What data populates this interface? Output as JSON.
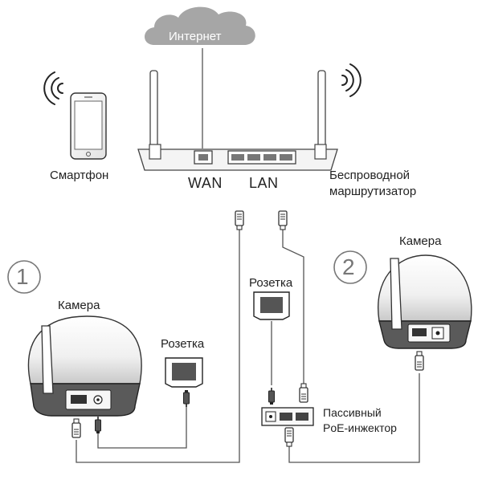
{
  "internet_label": "Интернет",
  "smartphone_label": "Смартфон",
  "router_label_line1": "Беспроводной",
  "router_label_line2": "маршрутизатор",
  "wan_label": "WAN",
  "lan_label": "LAN",
  "option1": {
    "number": "1",
    "camera_label": "Камера",
    "outlet_label": "Розетка"
  },
  "option2": {
    "number": "2",
    "camera_label": "Камера",
    "outlet_label": "Розетка",
    "injector_label_line1": "Пассивный",
    "injector_label_line2": "PoE-инжектор"
  }
}
